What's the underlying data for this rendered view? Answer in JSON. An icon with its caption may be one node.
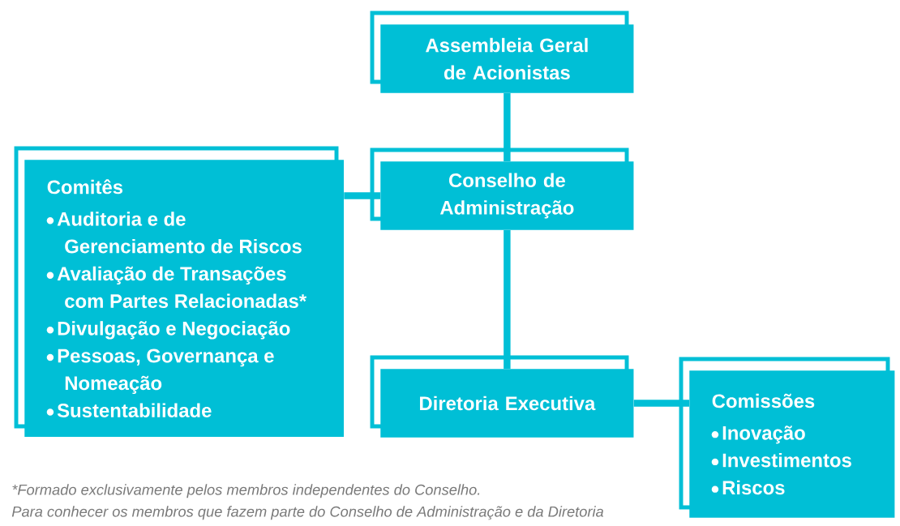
{
  "diagram": {
    "nodes": [
      {
        "text": [
          "Assembleia Geral de Acionistas"
        ]
      },
      {
        "text": [
          "Conselho de Administração"
        ]
      },
      {
        "text": [
          "Comitês",
          "Auditoria e de Gerenciamento de Riscos",
          "Avaliação de Transações com Partes Relacionadas*",
          "Divulgação e Negociação",
          "Pessoas, Governança e Nomeação",
          "Sustentabilidade"
        ]
      },
      {
        "text": [
          "Diretoria Executiva"
        ]
      },
      {
        "text": [
          "Comissões",
          "Inovação",
          "Investimentos",
          "Riscos"
        ]
      }
    ],
    "edges": [
      {
        "from": 0,
        "to": 1,
        "arrow": "none"
      },
      {
        "from": 1,
        "to": 2,
        "arrow": "none"
      },
      {
        "from": 1,
        "to": 3,
        "arrow": "none"
      },
      {
        "from": 3,
        "to": 4,
        "arrow": "none"
      }
    ],
    "labels": [
      "*Formado exclusivamente pelos membros independentes do Conselho.",
      "Para conhecer os membros que fazem parte do Conselho de Administração e da Diretoria"
    ]
  }
}
